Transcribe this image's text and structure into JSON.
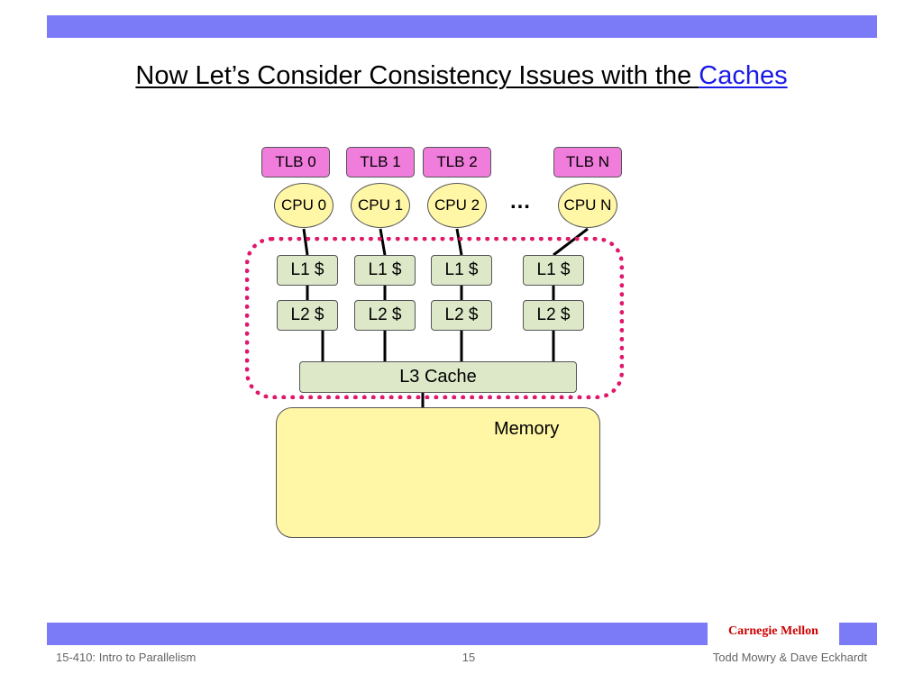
{
  "slide": {
    "title_main": "Now Let’s Consider Consistency Issues with the ",
    "title_link": "Caches"
  },
  "diagram": {
    "tlbs": [
      "TLB 0",
      "TLB 1",
      "TLB 2",
      "TLB N"
    ],
    "cpus": [
      "CPU 0",
      "CPU 1",
      "CPU 2",
      "CPU N"
    ],
    "l1": [
      "L1 $",
      "L1 $",
      "L1 $",
      "L1 $"
    ],
    "l2": [
      "L2 $",
      "L2 $",
      "L2 $",
      "L2 $"
    ],
    "ellipsis": "…",
    "l3": "L3 Cache",
    "memory": "Memory",
    "colors": {
      "tlb": "#f07cdc",
      "cpu": "#fff6a6",
      "cache": "#dde8c8",
      "memory": "#fff6a6",
      "dotted_region": "#e0176a"
    }
  },
  "footer": {
    "brand": "Carnegie Mellon",
    "course": "15-410: Intro to Parallelism",
    "page": "15",
    "authors": "Todd Mowry & Dave Eckhardt"
  },
  "theme": {
    "bar_color": "#7b7bf7",
    "link_color": "#1a1ae6",
    "brand_color": "#cc0000"
  }
}
